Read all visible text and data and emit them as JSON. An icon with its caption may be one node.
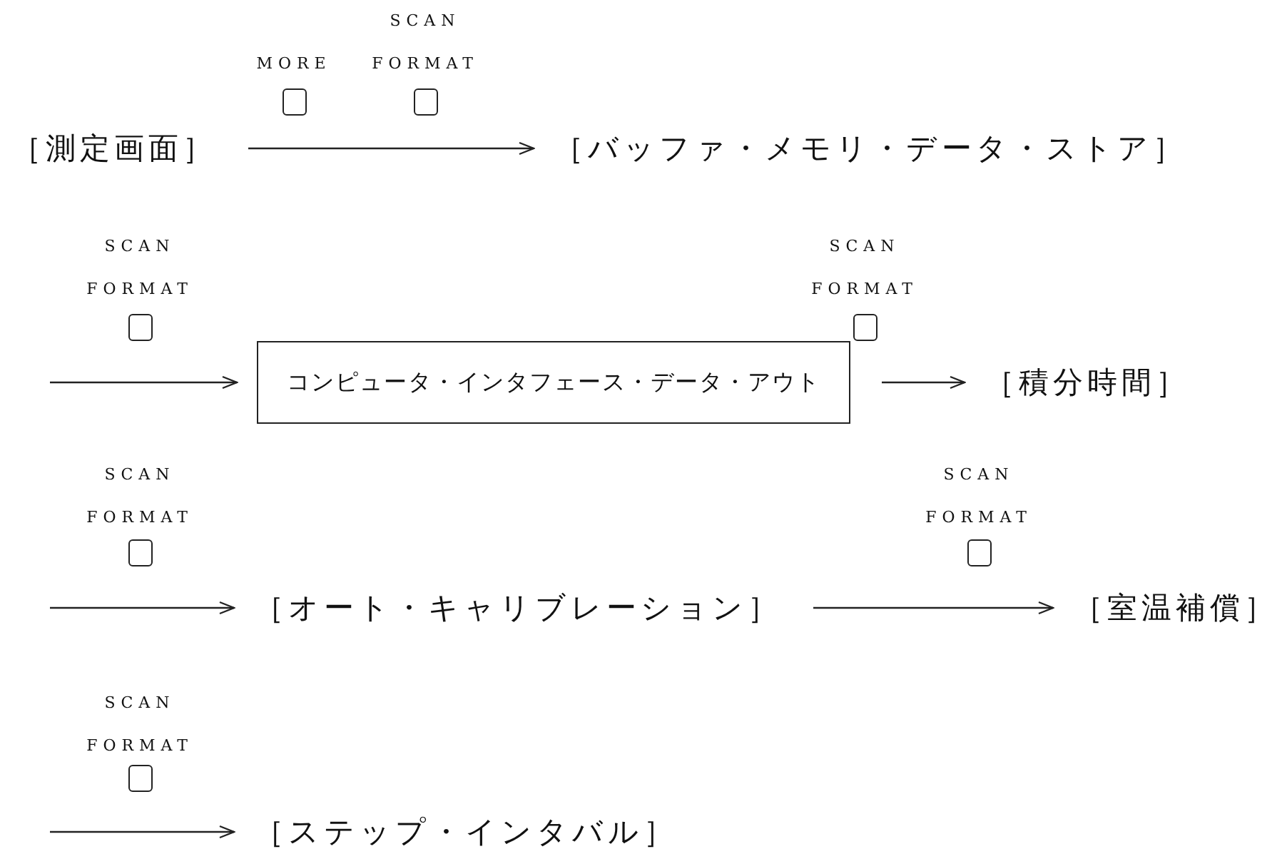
{
  "diagram": {
    "nodes": [
      {
        "text": [
          "［測定画面］"
        ]
      },
      {
        "text": [
          "［バッファ・メモリ・データ・ストア］"
        ]
      },
      {
        "text": [
          "コンピュータ・インタフェース・データ・アウト"
        ]
      },
      {
        "text": [
          "［積分時間］"
        ]
      },
      {
        "text": [
          "［オート・キャリブレーション］"
        ]
      },
      {
        "text": [
          "［室温補償］"
        ]
      },
      {
        "text": [
          "［ステップ・インタバル］"
        ]
      }
    ],
    "edges": [
      {
        "from": 0,
        "to": 1,
        "arrow": "to"
      },
      {
        "from": null,
        "to": 2,
        "arrow": "to"
      },
      {
        "from": 2,
        "to": 3,
        "arrow": "to"
      },
      {
        "from": null,
        "to": 4,
        "arrow": "to"
      },
      {
        "from": 4,
        "to": 5,
        "arrow": "to"
      },
      {
        "from": null,
        "to": 6,
        "arrow": "to"
      }
    ],
    "labels": [
      "MORE",
      "SCAN FORMAT",
      "SCAN FORMAT",
      "SCAN FORMAT",
      "SCAN FORMAT",
      "SCAN FORMAT",
      "SCAN FORMAT"
    ]
  }
}
